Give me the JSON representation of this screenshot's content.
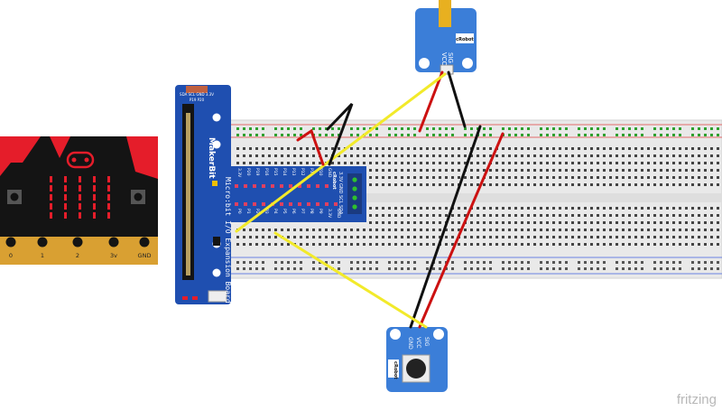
{
  "microbit": {
    "pads": [
      "0",
      "1",
      "2",
      "3v",
      "GND"
    ]
  },
  "expansion_board": {
    "brand": "MakerBit",
    "title": "Micro:bit I/O Expansion Board",
    "header_top": "SDA SCL GND 3.3V",
    "header_bottom": "P19 P20",
    "side_label": "3.3V GND SCL SDA",
    "pins_top": [
      "3.3V",
      "P20",
      "P19",
      "P16",
      "P15",
      "P14",
      "P13",
      "P12",
      "P11",
      "P10",
      "GND"
    ],
    "pins_bottom": [
      "P0",
      "P1",
      "P2",
      "P3",
      "P4",
      "P5",
      "P6",
      "P7",
      "P8",
      "P9",
      "3.3V",
      "GND"
    ],
    "logo": "cRobot"
  },
  "top_module": {
    "pins": [
      "VCC",
      "SIG"
    ],
    "logo": "cRobot"
  },
  "bottom_module": {
    "pins": [
      "GND",
      "VCC",
      "SIG"
    ],
    "logo": "cRobot"
  },
  "watermark": "fritzing",
  "colors": {
    "microbit_red": "#e51d2a",
    "microbit_black": "#141414",
    "pcb_blue": "#1f4fb0",
    "module_blue": "#3b7ed8",
    "wire_black": "#111111",
    "wire_red": "#cc1111",
    "wire_yellow": "#f2ea2a",
    "gold": "#d9a032"
  }
}
